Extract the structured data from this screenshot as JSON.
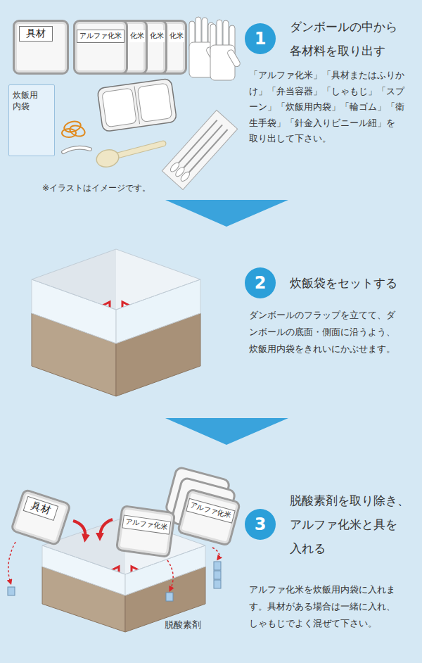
{
  "diagram": {
    "nodes": [
      {
        "text": [
          "1",
          "ダンボールの中から 各材料を取り出す"
        ]
      },
      {
        "text": [
          "具材"
        ]
      },
      {
        "text": [
          "アルファ化米"
        ]
      },
      {
        "text": [
          "化米"
        ]
      },
      {
        "text": [
          "化米"
        ]
      },
      {
        "text": [
          "化米"
        ]
      },
      {
        "text": [
          "炊飯用 内袋"
        ]
      },
      {
        "text": [
          "2",
          "炊飯袋をセットする"
        ]
      },
      {
        "text": [
          "具材"
        ]
      },
      {
        "text": [
          "アルファ化米"
        ]
      },
      {
        "text": [
          "アルファ化米"
        ]
      },
      {
        "text": [
          "3",
          "脱酸素剤を取り除き、 アルファ化米と具を 入れる"
        ]
      }
    ],
    "labels": [
      "※イラストはイメージです。",
      "「アルファ化米」「具材またはふりか け」「弁当容器」「しゃもじ」「スプ ーン」「炊飯用内袋」「輪ゴム」「衛 生手袋」「針金入りビニール紐」を 取り出して下さい。",
      "ダンボールのフラップを立てて、ダ ンボールの底面・側面に沿うよう、 炊飯用内袋をきれいにかぶせます。",
      "アルファ化米を炊飯用内袋に入れま す。具材がある場合は一緒に入れ、 しゃもじでよく混ぜて下さい。",
      "脱酸素剤"
    ]
  }
}
